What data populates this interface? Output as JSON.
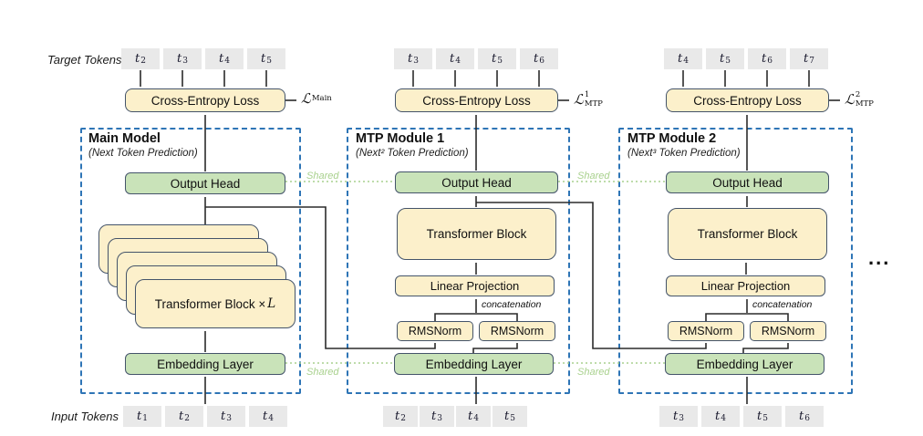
{
  "row_labels": {
    "target": "Target Tokens",
    "input": "Input Tokens"
  },
  "shared": {
    "label": "Shared"
  },
  "ellipsis": "...",
  "colors": {
    "box_yellow": "#FCF0CB",
    "box_green": "#C9E3B9",
    "box_border": "#44546A",
    "token_gray": "#E9E9E9",
    "dashed_border_blue": "#2E75B6",
    "shared_green": "#A9D18E",
    "wire_black": "#2b2b2b"
  },
  "modules": {
    "main": {
      "title": "Main Model",
      "subtitle": "(Next Token Prediction)",
      "ce_label": "Cross-Entropy Loss",
      "loss": {
        "script": "ℒ",
        "sup": "",
        "sub": "Main"
      },
      "output_head": "Output Head",
      "block_text": "Transformer Block ×",
      "block_var": "L",
      "embedding": "Embedding Layer",
      "target_tokens": [
        {
          "base": "t",
          "sub": "2"
        },
        {
          "base": "t",
          "sub": "3"
        },
        {
          "base": "t",
          "sub": "4"
        },
        {
          "base": "t",
          "sub": "5"
        }
      ],
      "input_tokens": [
        {
          "base": "t",
          "sub": "1"
        },
        {
          "base": "t",
          "sub": "2"
        },
        {
          "base": "t",
          "sub": "3"
        },
        {
          "base": "t",
          "sub": "4"
        }
      ]
    },
    "mtp1": {
      "title": "MTP Module 1",
      "subtitle": "(Next² Token Prediction)",
      "ce_label": "Cross-Entropy Loss",
      "loss": {
        "script": "ℒ",
        "sup": "1",
        "sub": "MTP"
      },
      "output_head": "Output Head",
      "transformer_block": "Transformer Block",
      "linear_projection": "Linear Projection",
      "concat_label": "concatenation",
      "rmsnorm_left": "RMSNorm",
      "rmsnorm_right": "RMSNorm",
      "embedding": "Embedding Layer",
      "target_tokens": [
        {
          "base": "t",
          "sub": "3"
        },
        {
          "base": "t",
          "sub": "4"
        },
        {
          "base": "t",
          "sub": "5"
        },
        {
          "base": "t",
          "sub": "6"
        }
      ],
      "input_tokens": [
        {
          "base": "t",
          "sub": "2"
        },
        {
          "base": "t",
          "sub": "3"
        },
        {
          "base": "t",
          "sub": "4"
        },
        {
          "base": "t",
          "sub": "5"
        }
      ]
    },
    "mtp2": {
      "title": "MTP Module 2",
      "subtitle": "(Next³ Token Prediction)",
      "ce_label": "Cross-Entropy Loss",
      "loss": {
        "script": "ℒ",
        "sup": "2",
        "sub": "MTP"
      },
      "output_head": "Output Head",
      "transformer_block": "Transformer Block",
      "linear_projection": "Linear Projection",
      "concat_label": "concatenation",
      "rmsnorm_left": "RMSNorm",
      "rmsnorm_right": "RMSNorm",
      "embedding": "Embedding Layer",
      "target_tokens": [
        {
          "base": "t",
          "sub": "4"
        },
        {
          "base": "t",
          "sub": "5"
        },
        {
          "base": "t",
          "sub": "6"
        },
        {
          "base": "t",
          "sub": "7"
        }
      ],
      "input_tokens": [
        {
          "base": "t",
          "sub": "3"
        },
        {
          "base": "t",
          "sub": "4"
        },
        {
          "base": "t",
          "sub": "5"
        },
        {
          "base": "t",
          "sub": "6"
        }
      ]
    }
  }
}
